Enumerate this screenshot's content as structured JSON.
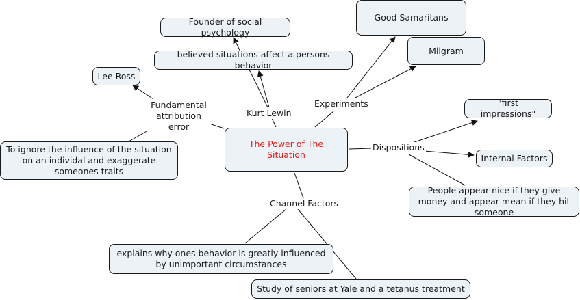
{
  "map": {
    "title": "The Power of The Situation",
    "accent_color": "#e0201e",
    "node_fill": "#ecf2f5",
    "concepts": {
      "central": "The Power of The Situation",
      "founder": "Founder of social psychology",
      "believed": "believed situations affect a persons behavior",
      "lee_ross": "Lee Ross",
      "ignore": "To ignore the influence of the situation on an individal and exaggerate someones traits",
      "good_samaritans": "Good Samaritans",
      "milgram": "Milgram",
      "first_impressions": "\"first impressions\"",
      "internal_factors": "Internal Factors",
      "people_appear": "People appear nice if they give money and appear mean if they hit someone",
      "explains": "explains why ones behavior is greatly influenced by unimportant circumstances",
      "study_seniors": "Study of seniors at Yale and a tetanus treatment"
    },
    "linking_phrases": {
      "kurt_lewin": "Kurt Lewin",
      "fae": "Fundamental attribution error",
      "experiments": "Experiments",
      "dispositions": "Dispositions",
      "channel_factors": "Channel Factors"
    },
    "connections": [
      {
        "from": "central",
        "to": "kurt_lewin",
        "arrow": false
      },
      {
        "from": "kurt_lewin",
        "to": "founder",
        "arrow": true
      },
      {
        "from": "kurt_lewin",
        "to": "believed",
        "arrow": true
      },
      {
        "from": "central",
        "to": "fae",
        "arrow": false
      },
      {
        "from": "fae",
        "to": "lee_ross",
        "arrow": true
      },
      {
        "from": "fae",
        "to": "ignore",
        "arrow": false
      },
      {
        "from": "central",
        "to": "experiments",
        "arrow": false
      },
      {
        "from": "experiments",
        "to": "good_samaritans",
        "arrow": true
      },
      {
        "from": "experiments",
        "to": "milgram",
        "arrow": true
      },
      {
        "from": "central",
        "to": "dispositions",
        "arrow": false
      },
      {
        "from": "dispositions",
        "to": "first_impressions",
        "arrow": true
      },
      {
        "from": "dispositions",
        "to": "internal_factors",
        "arrow": true
      },
      {
        "from": "dispositions",
        "to": "people_appear",
        "arrow": false
      },
      {
        "from": "central",
        "to": "channel_factors",
        "arrow": false
      },
      {
        "from": "channel_factors",
        "to": "explains",
        "arrow": false
      },
      {
        "from": "channel_factors",
        "to": "study_seniors",
        "arrow": false
      }
    ]
  }
}
